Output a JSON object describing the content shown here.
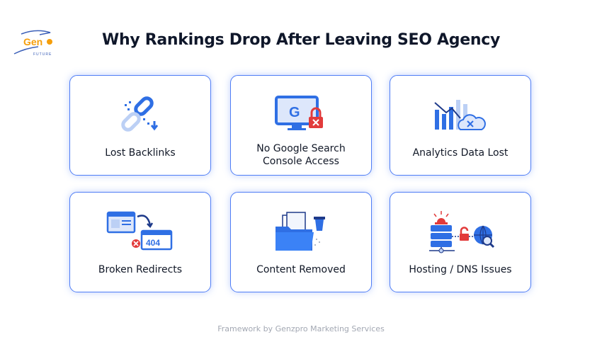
{
  "logo": {
    "text": "Gen",
    "tagline": "FUTURE",
    "accent": "#f59e0b"
  },
  "title": "Why Rankings Drop After Leaving SEO Agency",
  "cards": [
    {
      "label": "Lost Backlinks",
      "icon": "broken-link-icon"
    },
    {
      "label": "No Google Search Console Access",
      "icon": "locked-monitor-icon"
    },
    {
      "label": "Analytics Data Lost",
      "icon": "chart-cloud-error-icon"
    },
    {
      "label": "Broken Redirects",
      "icon": "redirect-404-icon",
      "badge": "404"
    },
    {
      "label": "Content Removed",
      "icon": "folder-trash-icon"
    },
    {
      "label": "Hosting / DNS Issues",
      "icon": "server-globe-icon"
    }
  ],
  "footer": "Framework by Genzpro Marketing Services",
  "colors": {
    "accent": "#2f6fe4",
    "border": "#4f7df5",
    "error": "#e23b3b"
  }
}
